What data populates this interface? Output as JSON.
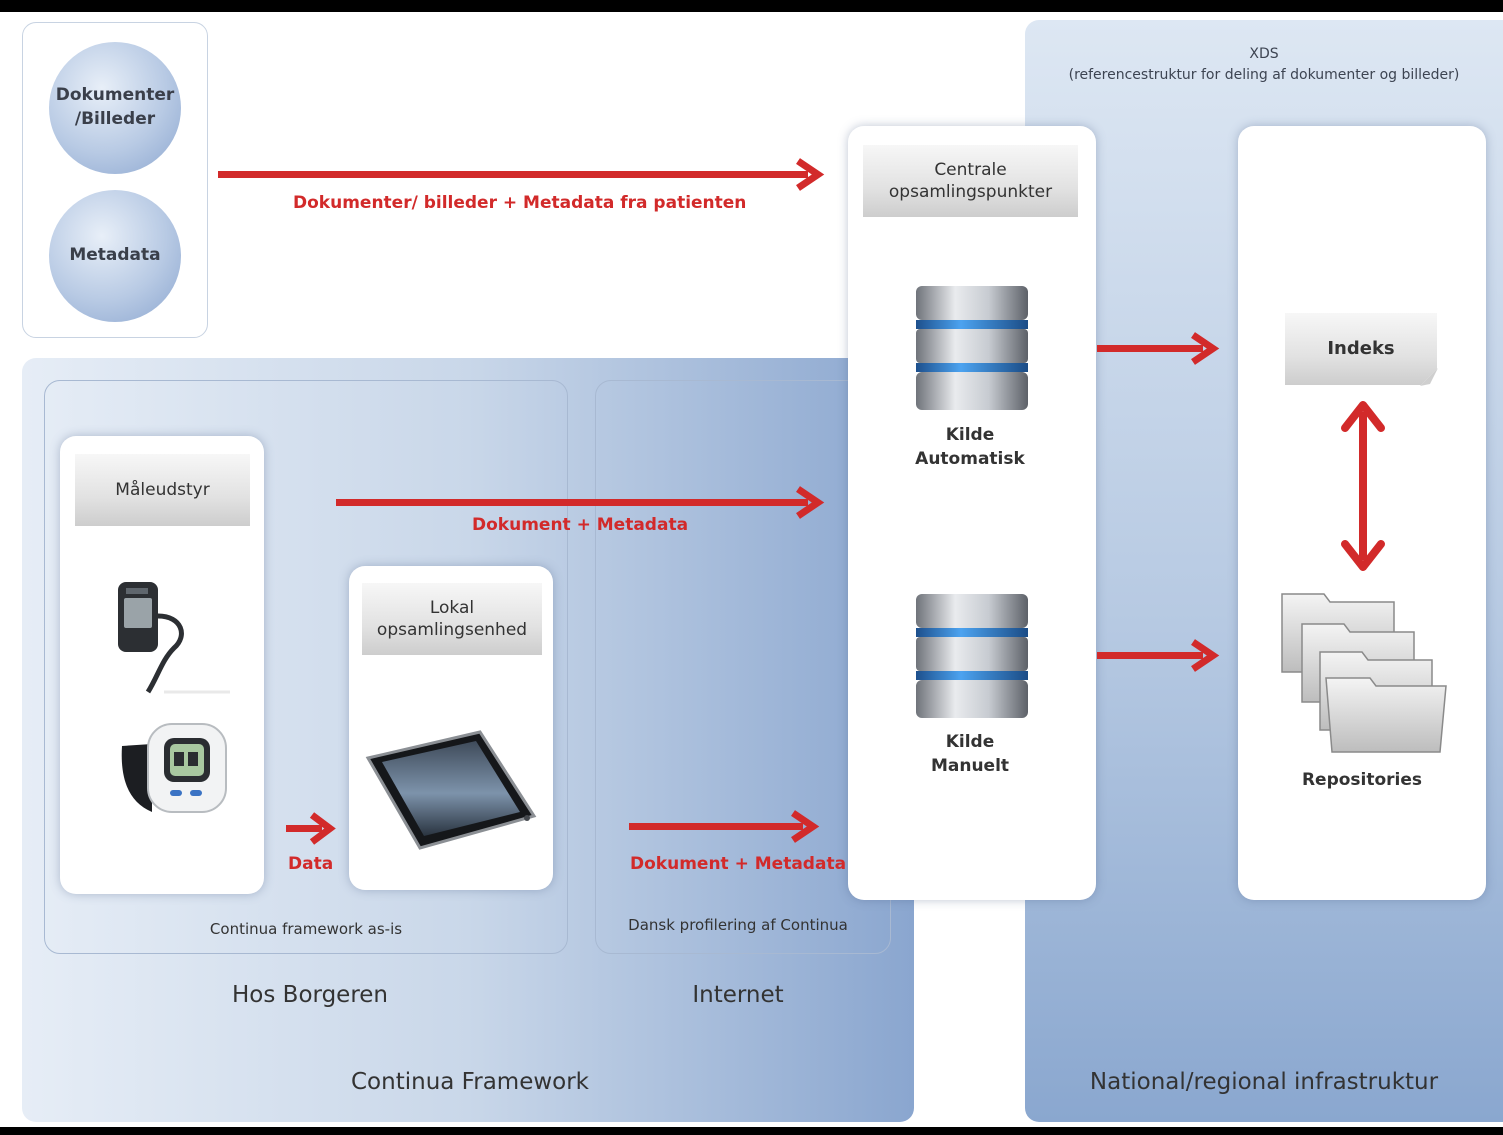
{
  "patient": {
    "documents_label": "Dokumenter\n/Billeder",
    "metadata_label": "Metadata"
  },
  "flows": {
    "patient_flow": "Dokumenter/ billeder + Metadata fra patienten",
    "device_flow": "Dokument + Metadata",
    "data_flow": "Data",
    "internet_flow": "Dokument + Metadata"
  },
  "devices": {
    "title": "Måleudstyr"
  },
  "local": {
    "title": "Lokal\nopsamlingsenhed"
  },
  "central": {
    "title": "Centrale\nopsamlingspunkter",
    "db_auto": "Kilde\nAutomatisk",
    "db_manual": "Kilde\nManuelt"
  },
  "xds": {
    "title": "XDS\n(referencestruktur for deling af dokumenter og billeder)",
    "index": "Indeks",
    "repositories": "Repositories"
  },
  "frames": {
    "continua_as_is": "Continua framework as-is",
    "danish_profiling": "Dansk profilering af Continua"
  },
  "zones": {
    "hos_borgeren": "Hos Borgeren",
    "internet": "Internet",
    "continua_framework": "Continua Framework",
    "national_infra": "National/regional infrastruktur"
  },
  "colors": {
    "arrow_red": "#d22a2a",
    "db_blue": "#2f7fd0",
    "region_blue": "#8aa6cf"
  }
}
